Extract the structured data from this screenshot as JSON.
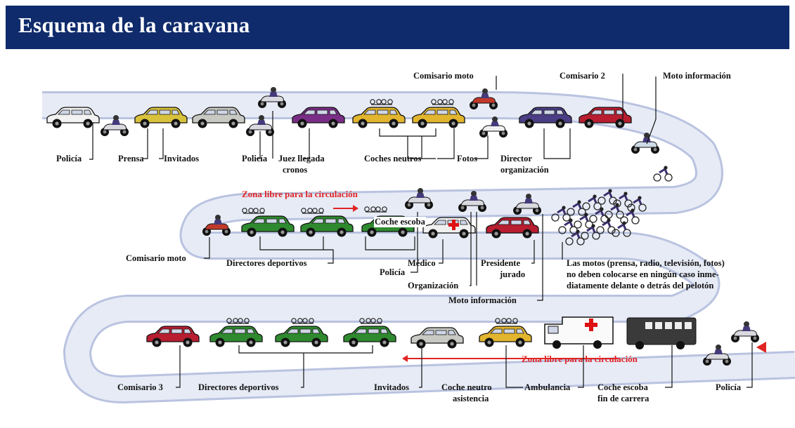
{
  "title": "Esquema de la caravana",
  "colors": {
    "header": "#0f2b6b",
    "road": "#e7ebf6",
    "road_edge": "#b9c3e0",
    "zone": "#e02424"
  },
  "zones": [
    {
      "text": "Zona libre para la circulación"
    },
    {
      "text": "Zona libre para la circulación"
    }
  ],
  "labels": {
    "policia_1": "Policía",
    "prensa": "Prensa",
    "invitados_1": "Invitados",
    "policia_2": "Policía",
    "juez_llegada": "Juez llegada",
    "cronos": "cronos",
    "coches_neutros": "Coches neutros",
    "fotos": "Fotos",
    "director": "Director",
    "organizacion_1": "organización",
    "comisario_moto_1": "Comisario moto",
    "comisario_2": "Comisario 2",
    "moto_informacion_1": "Moto información",
    "coche_escoba": "Coche escoba",
    "comisario_moto_2": "Comisario moto",
    "directores_deportivos_1": "Directores deportivos",
    "policia_3": "Policía",
    "medico": "Médico",
    "organizacion_2": "Organización",
    "presidente": "Presidente",
    "jurado": "jurado",
    "moto_informacion_2": "Moto información",
    "motos_1": "Las motos (prensa, radio, televisión, fotos)",
    "motos_2": "no deben colocarse en ningún caso inme-",
    "motos_3": "diatamente delante o detrás del pelotón",
    "comisario_3": "Comisario 3",
    "directores_deportivos_2": "Directores deportivos",
    "invitados_2": "Invitados",
    "coche_neutro": "Coche neutro",
    "asistencia": "asistencia",
    "ambulancia": "Ambulancia",
    "coche_escoba_fin": "Coche escoba",
    "fin_carrera": "fin de carrera",
    "policia_4": "Policía"
  }
}
